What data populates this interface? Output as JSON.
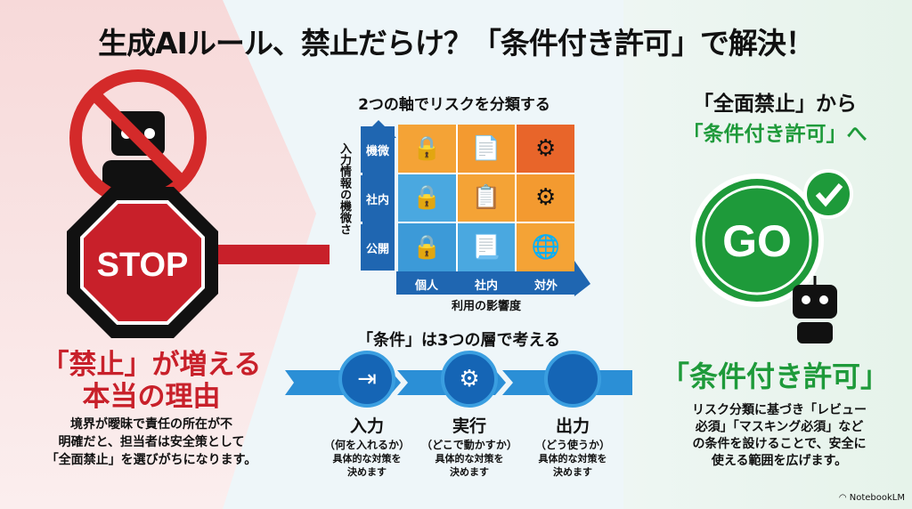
{
  "title": "生成AIルール、禁止だらけ？「条件付き許可」で解決！",
  "left": {
    "stop_sign": "STOP",
    "heading_line1": "「禁止」が増える",
    "heading_line2": "本当の理由",
    "body": [
      "境界が曖昧で責任の所在が不",
      "明確だと、担当者は安全策として",
      "「全面禁止」を選びがちになります。"
    ]
  },
  "matrix": {
    "title": "2つの軸でリスクを分類する",
    "y_axis_label": "入力情報の機微さ",
    "rows": [
      "機微",
      "社内",
      "公開"
    ],
    "x_axis_label": "利用の影響度",
    "cols": [
      "個人",
      "社内",
      "対外"
    ],
    "cells": [
      [
        "lock-icon",
        "locked-document-icon",
        "gears-icon"
      ],
      [
        "lock-icon",
        "shield-document-icon",
        "gears-icon"
      ],
      [
        "lock-icon",
        "globe-document-icon",
        "globe-icon"
      ]
    ],
    "colors": [
      [
        "#f4a336",
        "#f39a30",
        "#e8652a"
      ],
      [
        "#4aa8e0",
        "#f4a336",
        "#f39a30"
      ],
      [
        "#3c9ad8",
        "#4aa8e0",
        "#f4a336"
      ]
    ]
  },
  "layers": {
    "title": "「条件」は3つの層で考える",
    "steps": [
      {
        "name": "入力",
        "sub": "（何を入れるか）",
        "desc1": "具体的な対策を",
        "desc2": "決めます",
        "icon": "document-input-icon"
      },
      {
        "name": "実行",
        "sub": "（どこで動かすか）",
        "desc1": "具体的な対策を",
        "desc2": "決めます",
        "icon": "gear-network-icon"
      },
      {
        "name": "出力",
        "sub": "（どう使うか）",
        "desc1": "具体的な対策を",
        "desc2": "決めます",
        "icon": "code-window-icon"
      }
    ]
  },
  "right": {
    "heading_line1": "「全面禁止」から",
    "heading_line2": "「条件付き許可」へ",
    "go_label": "GO",
    "subheading": "「条件付き許可」",
    "body": [
      "リスク分類に基づき「レビュー",
      "必須」「マスキング必須」など",
      "の条件を設けることで、安全に",
      "使える範囲を広げます。"
    ]
  },
  "footer": {
    "brand": "NotebookLM"
  }
}
